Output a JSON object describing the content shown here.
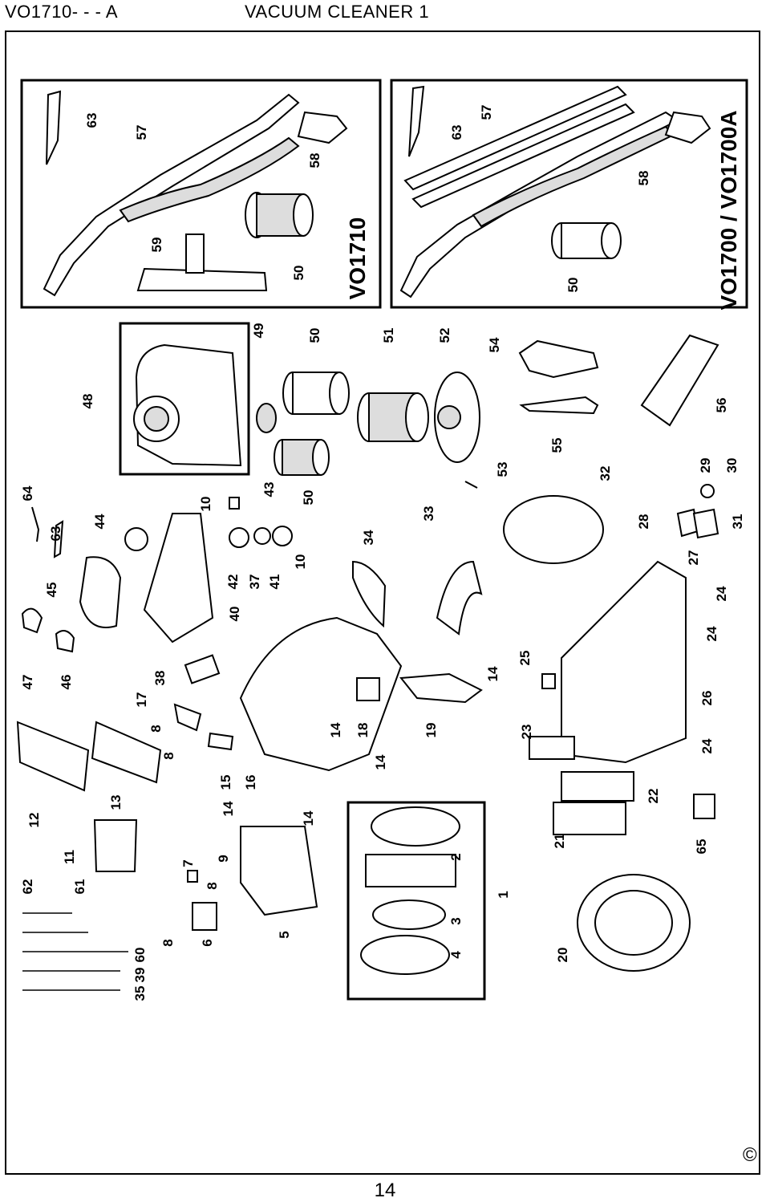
{
  "header": {
    "model": "VO1710- - -  A",
    "title": "VACUUM CLEANER 1"
  },
  "footer": {
    "page_number": "14",
    "copyright": "©"
  },
  "variants": {
    "left_box_label": "VO1710",
    "right_box_label": "VO1700 / VO1700A"
  },
  "callouts": [
    "63",
    "57",
    "58",
    "59",
    "50",
    "63",
    "57",
    "58",
    "50",
    "48",
    "49",
    "50",
    "51",
    "52",
    "54",
    "56",
    "55",
    "53",
    "64",
    "63",
    "44",
    "10",
    "43",
    "50",
    "33",
    "32",
    "29",
    "30",
    "28",
    "31",
    "27",
    "24",
    "45",
    "42",
    "37",
    "41",
    "10",
    "40",
    "34",
    "47",
    "46",
    "38",
    "17",
    "8",
    "8",
    "25",
    "24",
    "26",
    "23",
    "12",
    "13",
    "15",
    "16",
    "14",
    "18",
    "19",
    "14",
    "14",
    "22",
    "21",
    "24",
    "65",
    "62",
    "61",
    "11",
    "14",
    "14",
    "7",
    "9",
    "8",
    "2",
    "1",
    "3",
    "6",
    "8",
    "5",
    "4",
    "60",
    "39",
    "35",
    "20"
  ]
}
